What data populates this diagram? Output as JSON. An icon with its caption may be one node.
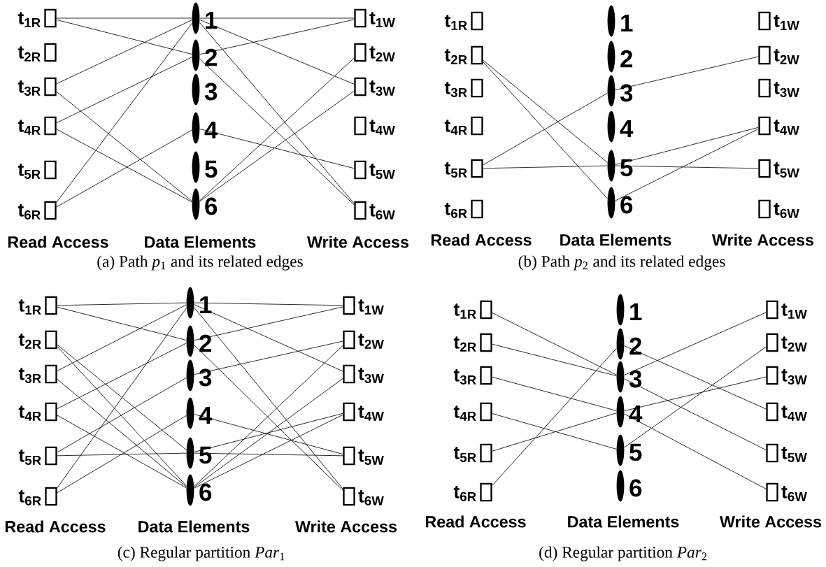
{
  "diagram": {
    "nodes": [
      {
        "text": [],
        "shape": "box",
        "beside": [
          "t$_{1R}$"
        ]
      },
      {
        "text": [],
        "shape": "box",
        "beside": [
          "t$_{2R}$"
        ]
      },
      {
        "text": [],
        "shape": "box",
        "beside": [
          "t$_{3R}$"
        ]
      },
      {
        "text": [],
        "shape": "box",
        "beside": [
          "t$_{4R}$"
        ]
      },
      {
        "text": [],
        "shape": "box",
        "beside": [
          "t$_{5R}$"
        ]
      },
      {
        "text": [],
        "shape": "box",
        "beside": [
          "t$_{6R}$"
        ]
      },
      {
        "text": [],
        "shape": "ellipse",
        "beside": [
          "1"
        ]
      },
      {
        "text": [],
        "shape": "ellipse",
        "beside": [
          "2"
        ]
      },
      {
        "text": [],
        "shape": "ellipse",
        "beside": [
          "3"
        ]
      },
      {
        "text": [],
        "shape": "ellipse",
        "beside": [
          "4"
        ]
      },
      {
        "text": [],
        "shape": "ellipse",
        "beside": [
          "5"
        ]
      },
      {
        "text": [],
        "shape": "ellipse",
        "beside": [
          "6"
        ]
      },
      {
        "text": [],
        "shape": "box",
        "beside": [
          "t$_{1W}$"
        ]
      },
      {
        "text": [],
        "shape": "box",
        "beside": [
          "t$_{2W}$"
        ]
      },
      {
        "text": [],
        "shape": "box",
        "beside": [
          "t$_{3W}$"
        ]
      },
      {
        "text": [],
        "shape": "box",
        "beside": [
          "t$_{4W}$"
        ]
      },
      {
        "text": [],
        "shape": "box",
        "beside": [
          "t$_{5W}$"
        ]
      },
      {
        "text": [],
        "shape": "box",
        "beside": [
          "t$_{6W}$"
        ]
      },
      {
        "text": [],
        "shape": "box",
        "beside": [
          "t$_{1R}$"
        ]
      },
      {
        "text": [],
        "shape": "box",
        "beside": [
          "t$_{2R}$"
        ]
      },
      {
        "text": [],
        "shape": "box",
        "beside": [
          "t$_{3R}$"
        ]
      },
      {
        "text": [],
        "shape": "box",
        "beside": [
          "t$_{4R}$"
        ]
      },
      {
        "text": [],
        "shape": "box",
        "beside": [
          "t$_{5R}$"
        ]
      },
      {
        "text": [],
        "shape": "box",
        "beside": [
          "t$_{6R}$"
        ]
      },
      {
        "text": [],
        "shape": "ellipse",
        "beside": [
          "1"
        ]
      },
      {
        "text": [],
        "shape": "ellipse",
        "beside": [
          "2"
        ]
      },
      {
        "text": [],
        "shape": "ellipse",
        "beside": [
          "3"
        ]
      },
      {
        "text": [],
        "shape": "ellipse",
        "beside": [
          "4"
        ]
      },
      {
        "text": [],
        "shape": "ellipse",
        "beside": [
          "5"
        ]
      },
      {
        "text": [],
        "shape": "ellipse",
        "beside": [
          "6"
        ]
      },
      {
        "text": [],
        "shape": "box",
        "beside": [
          "t$_{1W}$"
        ]
      },
      {
        "text": [],
        "shape": "box",
        "beside": [
          "t$_{2W}$"
        ]
      },
      {
        "text": [],
        "shape": "box",
        "beside": [
          "t$_{3W}$"
        ]
      },
      {
        "text": [],
        "shape": "box",
        "beside": [
          "t$_{4W}$"
        ]
      },
      {
        "text": [],
        "shape": "box",
        "beside": [
          "t$_{5W}$"
        ]
      },
      {
        "text": [],
        "shape": "box",
        "beside": [
          "t$_{6W}$"
        ]
      },
      {
        "text": [],
        "shape": "box",
        "beside": [
          "t$_{1R}$"
        ]
      },
      {
        "text": [],
        "shape": "box",
        "beside": [
          "t$_{2R}$"
        ]
      },
      {
        "text": [],
        "shape": "box",
        "beside": [
          "t$_{3R}$"
        ]
      },
      {
        "text": [],
        "shape": "box",
        "beside": [
          "t$_{4R}$"
        ]
      },
      {
        "text": [],
        "shape": "box",
        "beside": [
          "t$_{5R}$"
        ]
      },
      {
        "text": [],
        "shape": "box",
        "beside": [
          "t$_{6R}$"
        ]
      },
      {
        "text": [],
        "shape": "ellipse",
        "beside": [
          "1"
        ]
      },
      {
        "text": [],
        "shape": "ellipse",
        "beside": [
          "2"
        ]
      },
      {
        "text": [],
        "shape": "ellipse",
        "beside": [
          "3"
        ]
      },
      {
        "text": [],
        "shape": "ellipse",
        "beside": [
          "4"
        ]
      },
      {
        "text": [],
        "shape": "ellipse",
        "beside": [
          "5"
        ]
      },
      {
        "text": [],
        "shape": "ellipse",
        "beside": [
          "6"
        ]
      },
      {
        "text": [],
        "shape": "box",
        "beside": [
          "t$_{1W}$"
        ]
      },
      {
        "text": [],
        "shape": "box",
        "beside": [
          "t$_{2W}$"
        ]
      },
      {
        "text": [],
        "shape": "box",
        "beside": [
          "t$_{3W}$"
        ]
      },
      {
        "text": [],
        "shape": "box",
        "beside": [
          "t$_{4W}$"
        ]
      },
      {
        "text": [],
        "shape": "box",
        "beside": [
          "t$_{5W}$"
        ]
      },
      {
        "text": [],
        "shape": "box",
        "beside": [
          "t$_{6W}$"
        ]
      },
      {
        "text": [],
        "shape": "box",
        "beside": [
          "t$_{1R}$"
        ]
      },
      {
        "text": [],
        "shape": "box",
        "beside": [
          "t$_{2R}$"
        ]
      },
      {
        "text": [],
        "shape": "box",
        "beside": [
          "t$_{3R}$"
        ]
      },
      {
        "text": [],
        "shape": "box",
        "beside": [
          "t$_{4R}$"
        ]
      },
      {
        "text": [],
        "shape": "box",
        "beside": [
          "t$_{5R}$"
        ]
      },
      {
        "text": [],
        "shape": "box",
        "beside": [
          "t$_{6R}$"
        ]
      },
      {
        "text": [],
        "shape": "ellipse",
        "beside": [
          "1"
        ]
      },
      {
        "text": [],
        "shape": "ellipse",
        "beside": [
          "2"
        ]
      },
      {
        "text": [],
        "shape": "ellipse",
        "beside": [
          "3"
        ]
      },
      {
        "text": [],
        "shape": "ellipse",
        "beside": [
          "4"
        ]
      },
      {
        "text": [],
        "shape": "ellipse",
        "beside": [
          "5"
        ]
      },
      {
        "text": [],
        "shape": "ellipse",
        "beside": [
          "6"
        ]
      },
      {
        "text": [],
        "shape": "box",
        "beside": [
          "t$_{1W}$"
        ]
      },
      {
        "text": [],
        "shape": "box",
        "beside": [
          "t$_{2W}$"
        ]
      },
      {
        "text": [],
        "shape": "box",
        "beside": [
          "t$_{3W}$"
        ]
      },
      {
        "text": [],
        "shape": "box",
        "beside": [
          "t$_{4W}$"
        ]
      },
      {
        "text": [],
        "shape": "box",
        "beside": [
          "t$_{5W}$"
        ]
      },
      {
        "text": [],
        "shape": "box",
        "beside": [
          "t$_{6W}$"
        ]
      }
    ],
    "edges": [
      {
        "from": 0,
        "to": 6,
        "arrow": "none"
      },
      {
        "from": 0,
        "to": 7,
        "arrow": "none"
      },
      {
        "from": 7,
        "to": 12,
        "arrow": "none"
      },
      {
        "from": 6,
        "to": 12,
        "arrow": "none"
      },
      {
        "from": 6,
        "to": 14,
        "arrow": "none"
      },
      {
        "from": 6,
        "to": 17,
        "arrow": "none"
      },
      {
        "from": 2,
        "to": 6,
        "arrow": "none"
      },
      {
        "from": 2,
        "to": 11,
        "arrow": "none"
      },
      {
        "from": 3,
        "to": 7,
        "arrow": "none"
      },
      {
        "from": 3,
        "to": 11,
        "arrow": "none"
      },
      {
        "from": 5,
        "to": 6,
        "arrow": "none"
      },
      {
        "from": 5,
        "to": 9,
        "arrow": "none"
      },
      {
        "from": 7,
        "to": 17,
        "arrow": "none"
      },
      {
        "from": 9,
        "to": 16,
        "arrow": "none"
      },
      {
        "from": 11,
        "to": 13,
        "arrow": "none"
      },
      {
        "from": 11,
        "to": 14,
        "arrow": "none"
      },
      {
        "from": 19,
        "to": 28,
        "arrow": "none"
      },
      {
        "from": 19,
        "to": 29,
        "arrow": "none"
      },
      {
        "from": 22,
        "to": 26,
        "arrow": "none"
      },
      {
        "from": 22,
        "to": 28,
        "arrow": "none"
      },
      {
        "from": 28,
        "to": 34,
        "arrow": "none"
      },
      {
        "from": 26,
        "to": 31,
        "arrow": "none"
      },
      {
        "from": 28,
        "to": 33,
        "arrow": "none"
      },
      {
        "from": 29,
        "to": 33,
        "arrow": "none"
      },
      {
        "from": 36,
        "to": 42,
        "arrow": "none"
      },
      {
        "from": 36,
        "to": 43,
        "arrow": "none"
      },
      {
        "from": 43,
        "to": 48,
        "arrow": "none"
      },
      {
        "from": 42,
        "to": 48,
        "arrow": "none"
      },
      {
        "from": 42,
        "to": 50,
        "arrow": "none"
      },
      {
        "from": 42,
        "to": 53,
        "arrow": "none"
      },
      {
        "from": 38,
        "to": 42,
        "arrow": "none"
      },
      {
        "from": 38,
        "to": 47,
        "arrow": "none"
      },
      {
        "from": 39,
        "to": 43,
        "arrow": "none"
      },
      {
        "from": 39,
        "to": 47,
        "arrow": "none"
      },
      {
        "from": 41,
        "to": 42,
        "arrow": "none"
      },
      {
        "from": 41,
        "to": 45,
        "arrow": "none"
      },
      {
        "from": 43,
        "to": 53,
        "arrow": "none"
      },
      {
        "from": 45,
        "to": 52,
        "arrow": "none"
      },
      {
        "from": 47,
        "to": 49,
        "arrow": "none"
      },
      {
        "from": 47,
        "to": 50,
        "arrow": "none"
      },
      {
        "from": 37,
        "to": 46,
        "arrow": "none"
      },
      {
        "from": 37,
        "to": 47,
        "arrow": "none"
      },
      {
        "from": 40,
        "to": 44,
        "arrow": "none"
      },
      {
        "from": 40,
        "to": 46,
        "arrow": "none"
      },
      {
        "from": 46,
        "to": 52,
        "arrow": "none"
      },
      {
        "from": 44,
        "to": 49,
        "arrow": "none"
      },
      {
        "from": 46,
        "to": 51,
        "arrow": "none"
      },
      {
        "from": 47,
        "to": 51,
        "arrow": "none"
      },
      {
        "from": 54,
        "to": 62,
        "arrow": "none"
      },
      {
        "from": 55,
        "to": 62,
        "arrow": "none"
      },
      {
        "from": 56,
        "to": 63,
        "arrow": "none"
      },
      {
        "from": 57,
        "to": 64,
        "arrow": "none"
      },
      {
        "from": 58,
        "to": 63,
        "arrow": "none"
      },
      {
        "from": 59,
        "to": 61,
        "arrow": "none"
      },
      {
        "from": 62,
        "to": 66,
        "arrow": "none"
      },
      {
        "from": 61,
        "to": 69,
        "arrow": "none"
      },
      {
        "from": 63,
        "to": 68,
        "arrow": "none"
      },
      {
        "from": 64,
        "to": 67,
        "arrow": "none"
      },
      {
        "from": 62,
        "to": 70,
        "arrow": "none"
      },
      {
        "from": 63,
        "to": 71,
        "arrow": "none"
      }
    ],
    "labels": [
      "Read Access",
      "Data Elements",
      "Write Access",
      "Read Access",
      "Data Elements",
      "Write Access",
      "(a) Path *p*$_{1}$ and its related edges",
      "(b) Path *p*$_{2}$ and its related edges",
      "Read Access",
      "Data Elements",
      "Write Access",
      "Read Access",
      "Data Elements",
      "Write Access",
      "(c) Regular partition *Par*$_{1}$",
      "(d) Regular partition *Par*$_{2}$"
    ]
  }
}
